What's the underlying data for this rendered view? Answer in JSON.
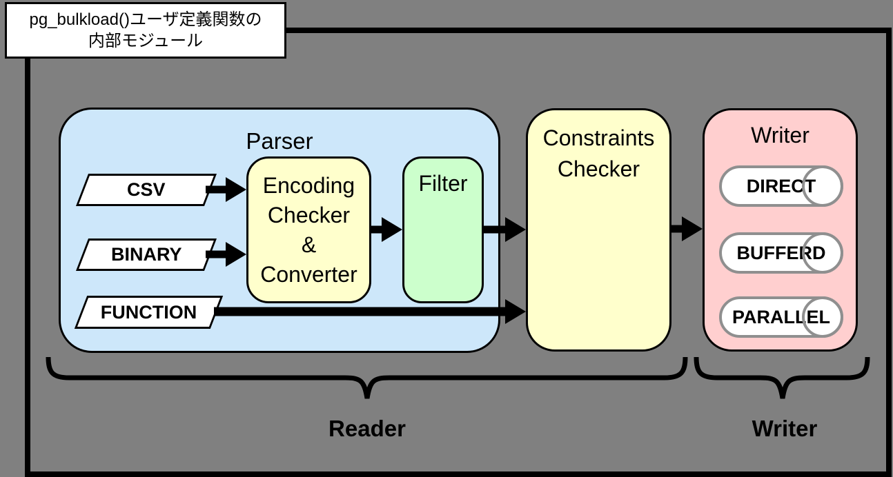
{
  "title": {
    "line1": "pg_bulkload()ユーザ定義関数の",
    "line2": "内部モジュール"
  },
  "parser": {
    "label": "Parser",
    "inputs": [
      "CSV",
      "BINARY",
      "FUNCTION"
    ],
    "encoding_checker": {
      "line1": "Encoding",
      "line2": "Checker",
      "line3": "&",
      "line4": "Converter"
    },
    "filter_label": "Filter"
  },
  "constraints_checker": {
    "line1": "Constraints",
    "line2": "Checker"
  },
  "writer_box": {
    "label": "Writer",
    "modes": [
      "DIRECT",
      "BUFFERD",
      "PARALLEL"
    ]
  },
  "groups": {
    "reader_label": "Reader",
    "writer_label": "Writer"
  },
  "colors": {
    "background": "#808080",
    "outline": "#000000",
    "parser_fill": "#CDE7FA",
    "module_fill": "#FFFFCC",
    "filter_fill": "#CCFFCC",
    "writer_fill": "#FFCFCF",
    "shape_fill": "#FFFFFF",
    "mode_outline": "#8F8F8F"
  }
}
